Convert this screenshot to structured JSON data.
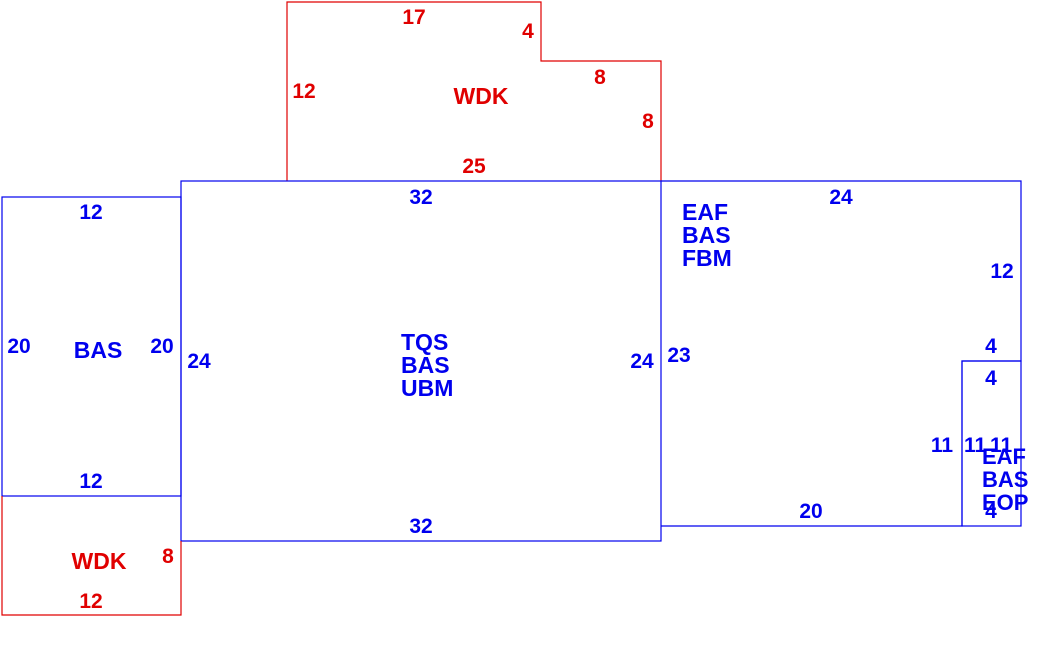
{
  "colors": {
    "living": "#0000ee",
    "deck": "#e00000",
    "background": "#ffffff"
  },
  "areas": {
    "top_deck": {
      "code": "WDK",
      "dims": {
        "top": "17",
        "notch_down": "4",
        "notch_right": "8",
        "right": "8",
        "left": "12",
        "bottom": "25"
      }
    },
    "main": {
      "codes": [
        "TQS",
        "BAS",
        "UBM"
      ],
      "dims": {
        "top": "32",
        "bottom": "32",
        "left": "24",
        "right": "24"
      }
    },
    "left_wing": {
      "code": "BAS",
      "dims": {
        "top": "12",
        "bottom": "12",
        "left": "20",
        "right": "20"
      }
    },
    "bottom_deck": {
      "code": "WDK",
      "dims": {
        "right": "8",
        "bottom": "12"
      }
    },
    "right_wing": {
      "codes": [
        "EAF",
        "BAS",
        "FBM"
      ],
      "dims": {
        "top": "24",
        "right": "12",
        "left": "23",
        "step": "4",
        "bottom": "20",
        "inner": "11"
      }
    },
    "porch": {
      "codes": [
        "EAF",
        "BAS",
        "EOP"
      ],
      "dims": {
        "top": "4",
        "left": "11",
        "right": "11",
        "bottom": "4"
      }
    }
  }
}
